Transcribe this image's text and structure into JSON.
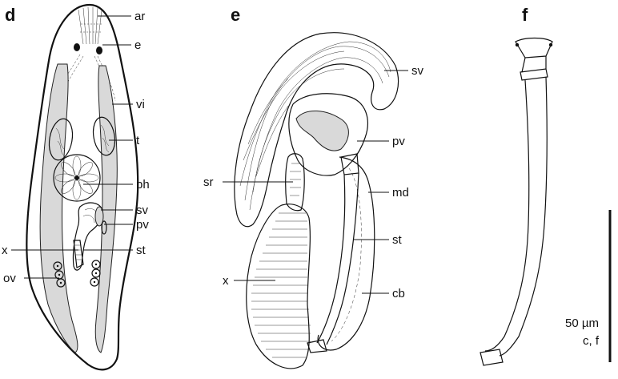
{
  "panels": {
    "d": {
      "letter": "d",
      "labels": {
        "ar": "ar",
        "e": "e",
        "vi": "vi",
        "t": "t",
        "ph": "ph",
        "sv": "sv",
        "pv": "pv",
        "x": "x",
        "st": "st",
        "ov": "ov"
      }
    },
    "e": {
      "letter": "e",
      "labels": {
        "sv": "sv",
        "pv": "pv",
        "sr": "sr",
        "md": "md",
        "st": "st",
        "x": "x",
        "cb": "cb"
      }
    },
    "f": {
      "letter": "f"
    }
  },
  "scale_bar": {
    "value": "50 µm",
    "applies_to": "c, f"
  },
  "colors": {
    "ink": "#111111",
    "stipple_fill": "#d9d9d9",
    "background": "#ffffff"
  }
}
